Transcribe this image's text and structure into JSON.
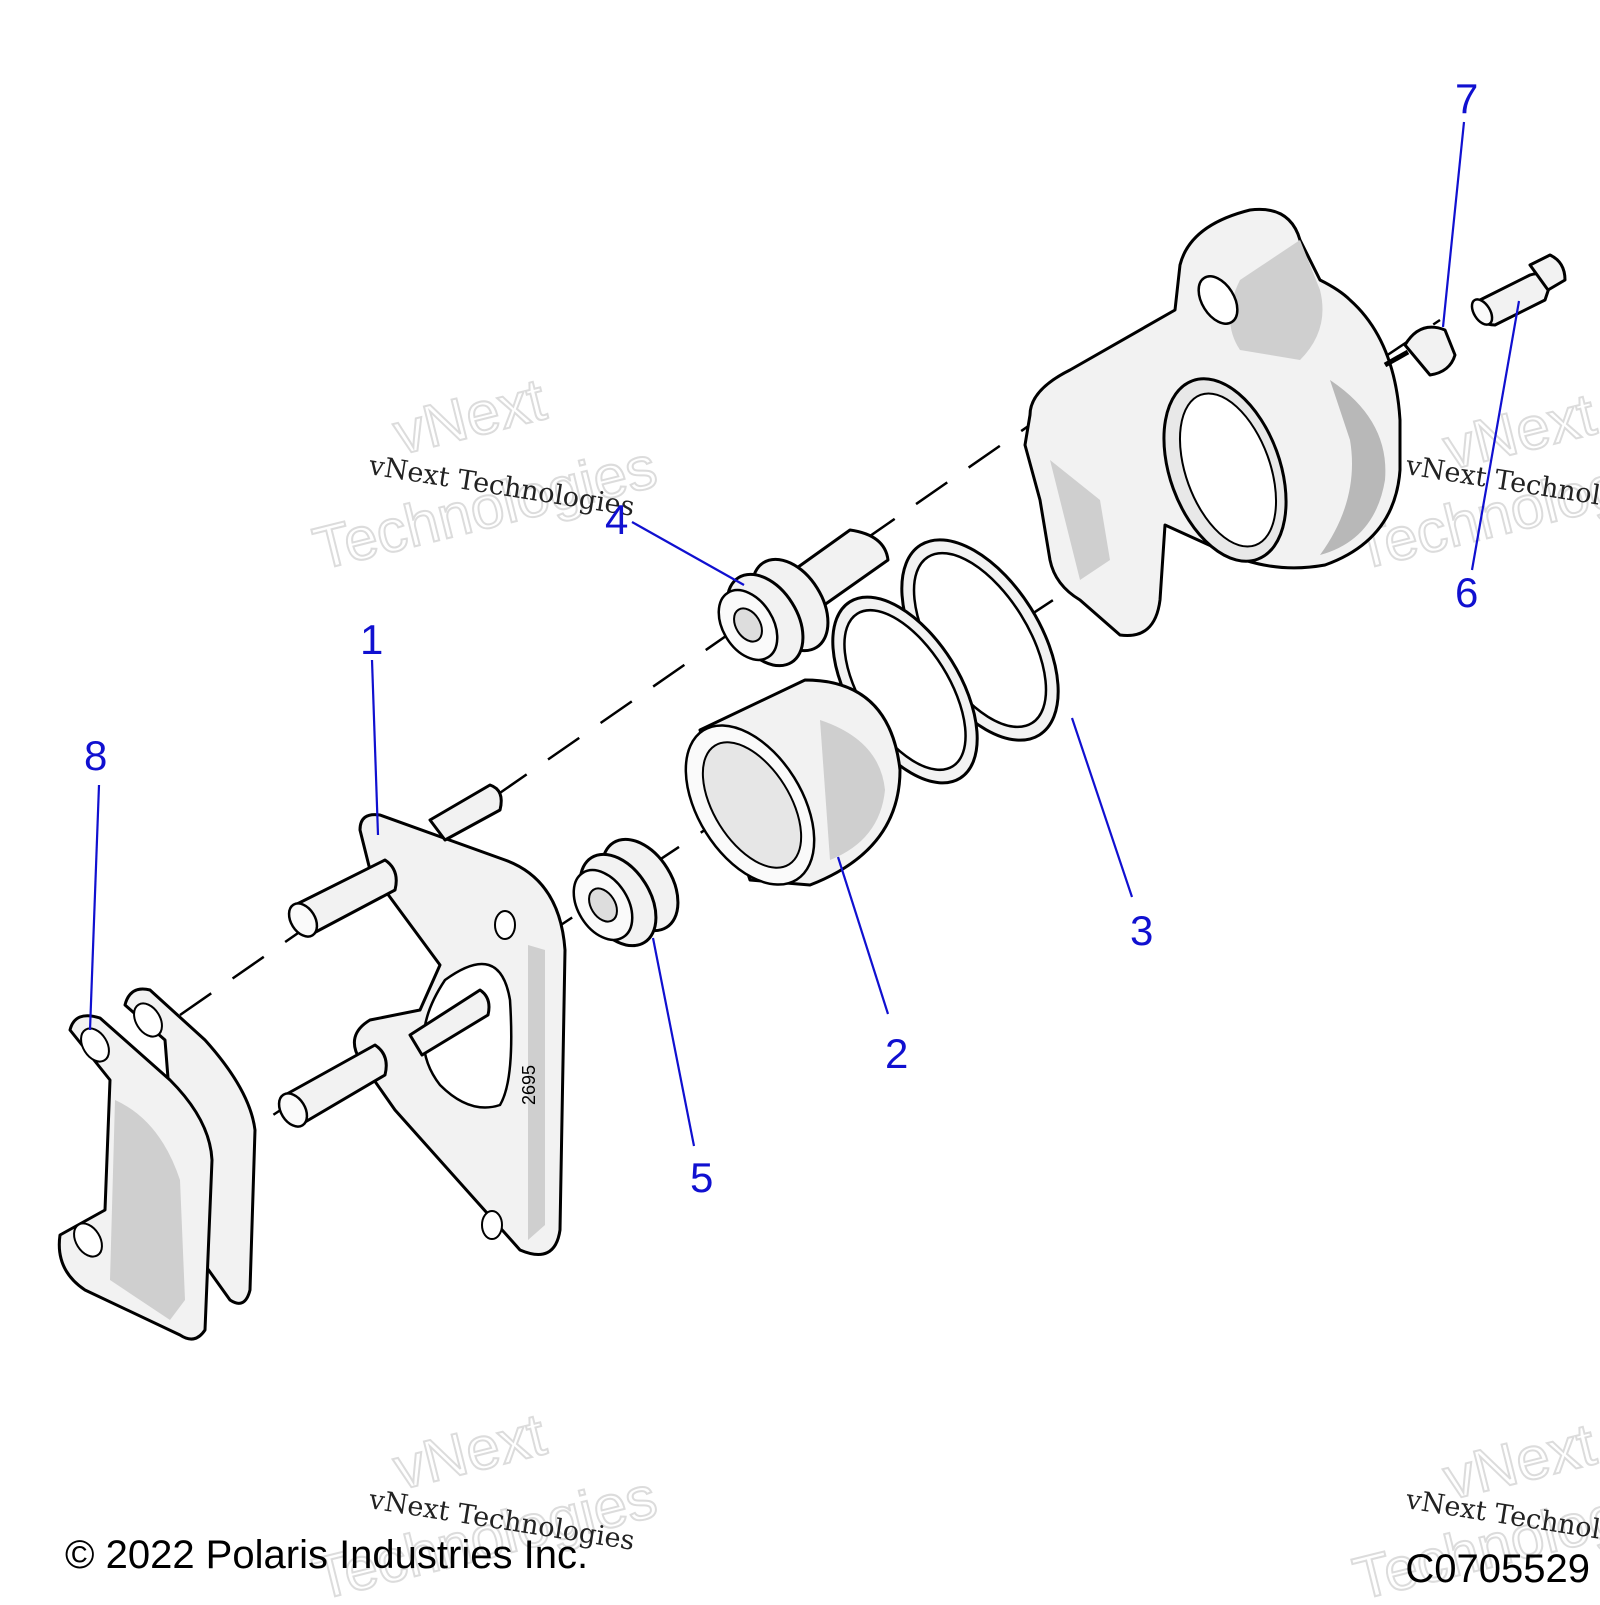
{
  "callouts": [
    {
      "id": "1",
      "label": "1"
    },
    {
      "id": "2",
      "label": "2"
    },
    {
      "id": "3",
      "label": "3"
    },
    {
      "id": "4",
      "label": "4"
    },
    {
      "id": "5",
      "label": "5"
    },
    {
      "id": "6",
      "label": "6"
    },
    {
      "id": "7",
      "label": "7"
    },
    {
      "id": "8",
      "label": "8"
    }
  ],
  "bracket_stamp": "2695",
  "watermark": {
    "line_small": "vNext Technologies",
    "line_big_1": "vNext",
    "line_big_2": "Technologies"
  },
  "footer": {
    "copyright": "© 2022 Polaris Industries Inc.",
    "diagram_code": "C0705529"
  },
  "colors": {
    "callout": "#1010d0",
    "line_art": "#000000",
    "part_fill": "#f2f2f2",
    "shading": "#cfcfcf"
  }
}
